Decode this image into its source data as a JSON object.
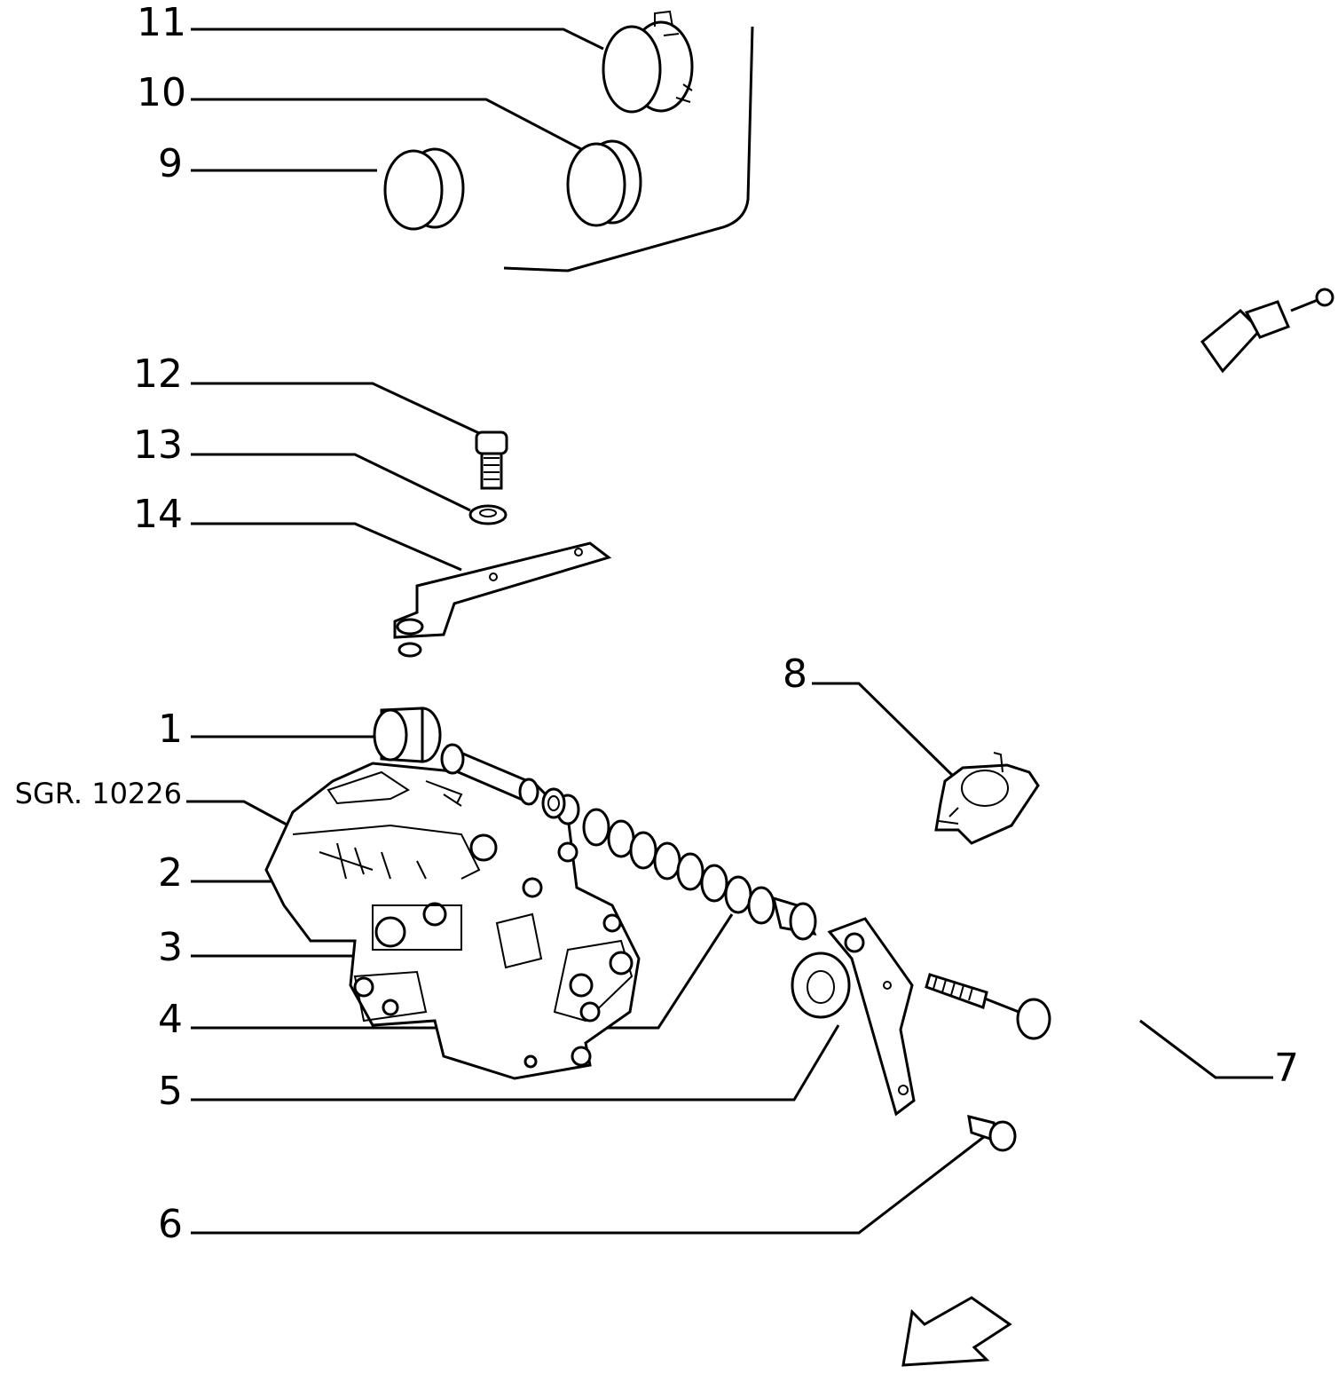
{
  "callouts": {
    "c11": "11",
    "c10": "10",
    "c9": "9",
    "c12": "12",
    "c13": "13",
    "c14": "14",
    "c1": "1",
    "ref": "SGR. 10226",
    "c2": "2",
    "c3": "3",
    "c4": "4",
    "c5": "5",
    "c6": "6",
    "c8": "8",
    "c7": "7"
  },
  "colors": {
    "ink": "#000000",
    "paper": "#ffffff"
  },
  "icons": {
    "direction": "front-direction-arrow-icon"
  }
}
